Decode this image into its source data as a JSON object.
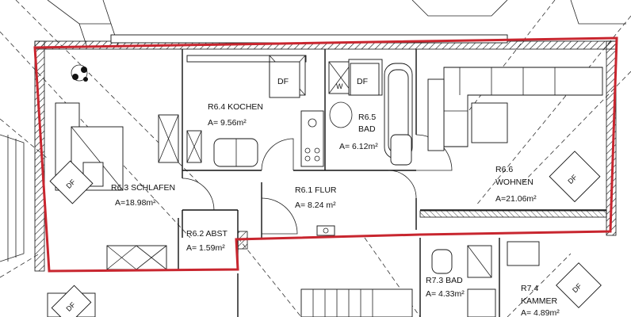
{
  "plan": {
    "outline_color": "#c8262f",
    "rooms": [
      {
        "id": "r64",
        "name": "R6.4 KOCHEN",
        "area": "A= 9.56m²"
      },
      {
        "id": "r65",
        "name_line1": "R6.5",
        "name_line2": "BAD",
        "area": "A= 6.12m²"
      },
      {
        "id": "r63",
        "name": "R6.3 SCHLAFEN",
        "area": "A=18.98m²"
      },
      {
        "id": "r61",
        "name": "R6.1 FLUR",
        "area": "A= 8.24 m²"
      },
      {
        "id": "r66",
        "name_line1": "R6.6",
        "name_line2": "WOHNEN",
        "area": "A=21.06m²"
      },
      {
        "id": "r62",
        "name": "R6.2 ABST",
        "area": "A= 1.59m²"
      },
      {
        "id": "r73",
        "name": "R7.3 BAD",
        "area": "A= 4.33m²"
      },
      {
        "id": "r74",
        "name_line1": "R7.4",
        "name_line2": "KAMMER",
        "area": "A= 4.89m²"
      }
    ],
    "skylight_label": "DF",
    "window_mark": "W"
  }
}
